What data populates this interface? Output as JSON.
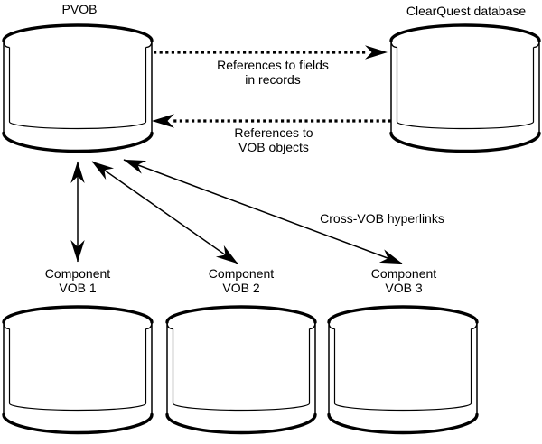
{
  "colors": {
    "ink": "#000000",
    "background": "#ffffff"
  },
  "nodes": {
    "pvob": {
      "label": "PVOB",
      "shape": "database-cylinder"
    },
    "clearquest": {
      "label": "ClearQuest database",
      "shape": "database-cylinder"
    },
    "vob1": {
      "label_line1": "Component",
      "label_line2": "VOB 1",
      "shape": "database-cylinder"
    },
    "vob2": {
      "label_line1": "Component",
      "label_line2": "VOB 2",
      "shape": "database-cylinder"
    },
    "vob3": {
      "label_line1": "Component",
      "label_line2": "VOB 3",
      "shape": "database-cylinder"
    }
  },
  "edges": {
    "references_to_fields": {
      "label_line1": "References to fields",
      "label_line2": "in records",
      "style": "dotted",
      "from": "PVOB",
      "to": "ClearQuest database",
      "arrowheads": "single"
    },
    "references_to_vob_objects": {
      "label_line1": "References to",
      "label_line2": "VOB objects",
      "style": "dotted",
      "from": "ClearQuest database",
      "to": "PVOB",
      "arrowheads": "single"
    },
    "cross_vob_hyperlinks": {
      "label": "Cross-VOB hyperlinks",
      "style": "solid",
      "arrowheads": "double",
      "connects": [
        "PVOB",
        "VOB 1",
        "VOB 2",
        "VOB 3"
      ]
    }
  }
}
